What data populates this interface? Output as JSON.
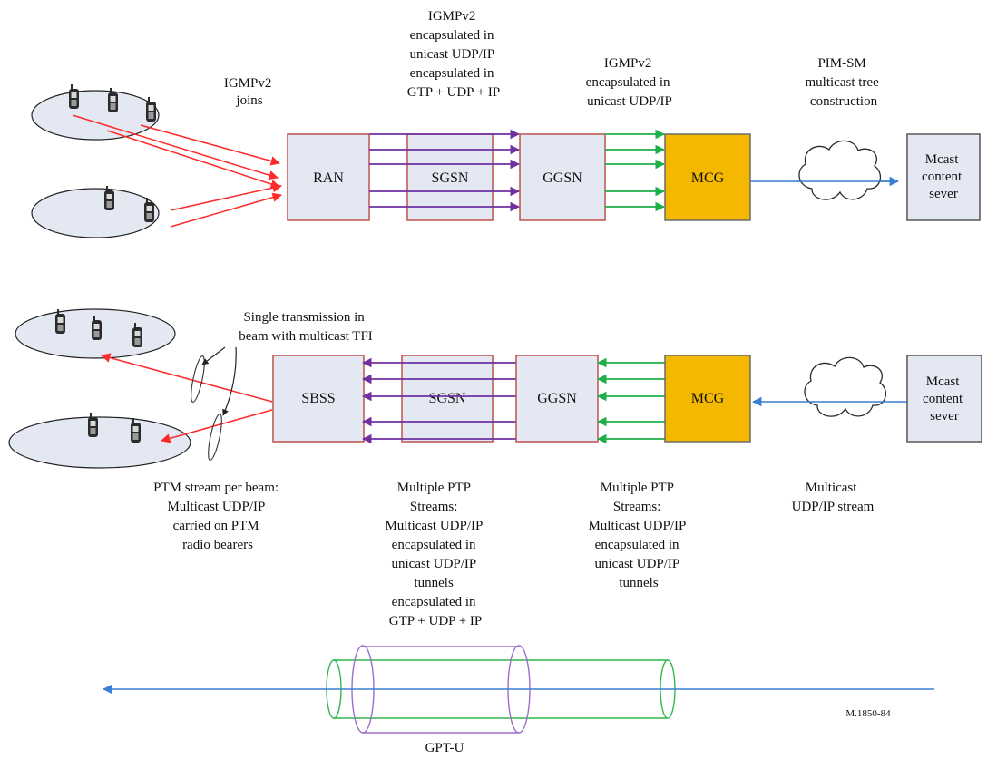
{
  "colors": {
    "box_fill": "#e4e8f2",
    "box_border": "#c0504d",
    "mcg_fill": "#f5b800",
    "red_arrow": "#ff2a2a",
    "purple_arrow": "#7030a0",
    "green_arrow": "#1db04a",
    "blue_line": "#3a7fd1",
    "cloud_border": "#2a2a2a",
    "tunnel_green": "#2fb84a",
    "tunnel_purple": "#9b70c8"
  },
  "top_row": {
    "ran": "RAN",
    "sgsn": "SGSN",
    "ggsn": "GGSN",
    "mcg": "MCG",
    "mcast_server": [
      "Mcast",
      "content",
      "sever"
    ]
  },
  "bottom_row": {
    "sbss": "SBSS",
    "sgsn": "SGSN",
    "ggsn": "GGSN",
    "mcg": "MCG",
    "mcast_server": [
      "Mcast",
      "content",
      "sever"
    ]
  },
  "labels": {
    "igmp_joins": [
      "IGMPv2",
      "joins"
    ],
    "igmp_gtp": [
      "IGMPv2",
      "encapsulated in",
      "unicast UDP/IP",
      "encapsulated in",
      "GTP + UDP + IP"
    ],
    "igmp_unicast": [
      "IGMPv2",
      "encapsulated in",
      "unicast UDP/IP"
    ],
    "pim_sm": [
      "PIM-SM",
      "multicast tree",
      "construction"
    ],
    "single_tx": [
      "Single transmission in",
      "beam with multicast TFI"
    ],
    "ptm_stream": [
      "PTM stream per beam:",
      "Multicast UDP/IP",
      "carried on PTM",
      "radio bearers"
    ],
    "ptp_sgsn": [
      "Multiple PTP",
      "Streams:",
      "Multicast UDP/IP",
      "encapsulated in",
      "unicast UDP/IP",
      "tunnels",
      "encapsulated in",
      "GTP + UDP + IP"
    ],
    "ptp_ggsn": [
      "Multiple PTP",
      "Streams:",
      "Multicast UDP/IP",
      "encapsulated in",
      "unicast UDP/IP",
      "tunnels"
    ],
    "multicast_stream": [
      "Multicast",
      "UDP/IP stream"
    ],
    "gpt_u": "GPT-U",
    "figure_id": "M.1850-84"
  }
}
